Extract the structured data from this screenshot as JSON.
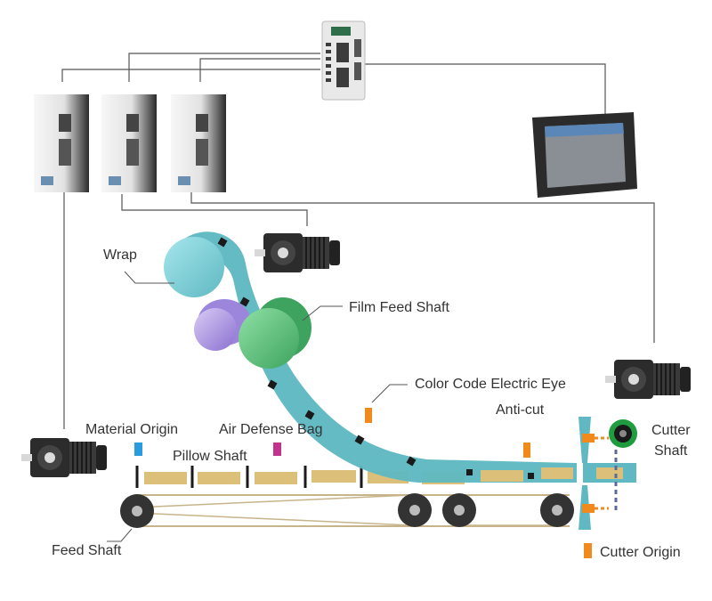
{
  "labels": {
    "wrap": "Wrap",
    "film_feed_shaft": "Film Feed Shaft",
    "color_code_eye": "Color Code Electric Eye",
    "anti_cut": "Anti-cut",
    "material_origin": "Material Origin",
    "air_defense_bag": "Air Defense Bag",
    "pillow_shaft": "Pillow Shaft",
    "cutter_shaft_line1": "Cutter",
    "cutter_shaft_line2": "Shaft",
    "feed_shaft": "Feed Shaft",
    "cutter_origin": "Cutter Origin"
  },
  "colors": {
    "film": "#5fb8c2",
    "wrap_roller": "#8ed8e0",
    "feed_roller": "#6cc58a",
    "purple_roller": "#b8a6e6",
    "product": "#dcc07a",
    "sensor_orange": "#f08a1c",
    "sensor_blue": "#2b9be0",
    "sensor_magenta": "#c2338e",
    "cutter_green": "#1f9c3f",
    "wire": "#555555"
  },
  "icons": {
    "controller": "plc-controller-icon",
    "hmi": "touch-screen-hmi-icon",
    "drive": "servo-drive-icon",
    "motor": "servo-motor-icon"
  }
}
